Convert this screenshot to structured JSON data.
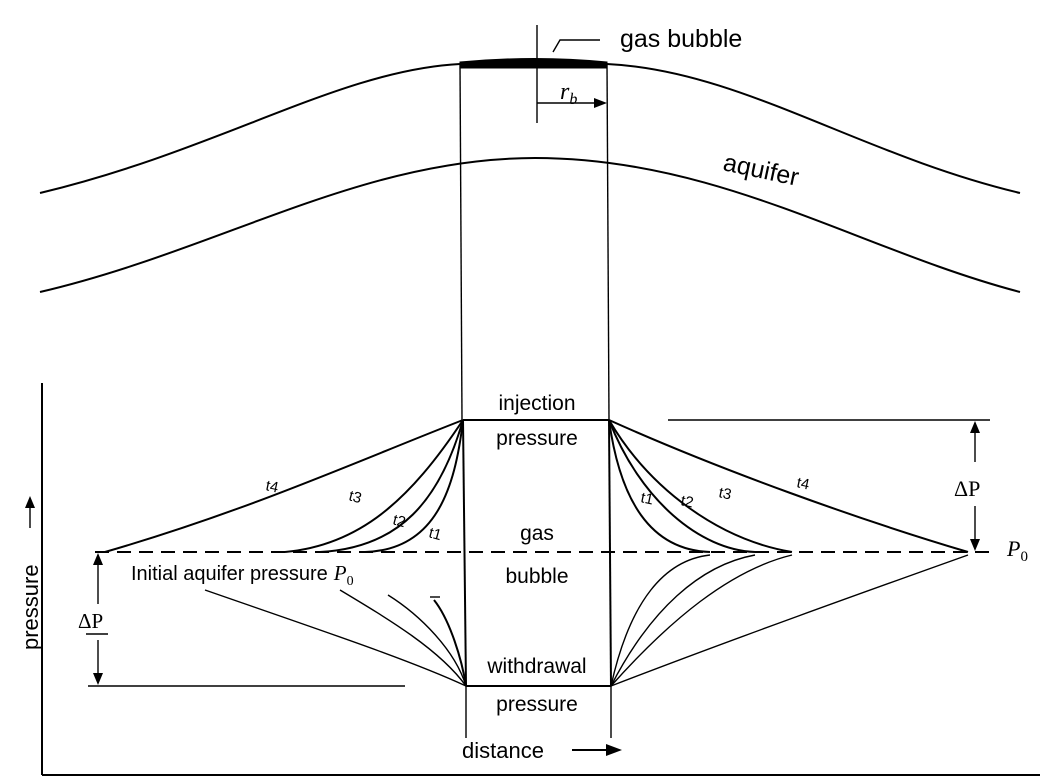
{
  "labels": {
    "gas_bubble_top": "gas bubble",
    "r_b": "r",
    "r_b_sub": "b",
    "aquifer": "aquifer",
    "injection": "injection",
    "pressure_top": "pressure",
    "gas": "gas",
    "bubble": "bubble",
    "initial_aquifer_pressure": "Initial aquifer pressure",
    "p0_inline": "P",
    "p0_inline_sub": "0",
    "withdrawal": "withdrawal",
    "pressure_bottom": "pressure",
    "distance": "distance",
    "pressure_axis": "pressure",
    "delta_p_right": "ΔP",
    "delta_p_left": "ΔP",
    "p0_right": "P",
    "p0_right_sub": "0"
  },
  "time_curves": {
    "left": [
      "t4",
      "t3",
      "t2",
      "t1"
    ],
    "right": [
      "t1",
      "t2",
      "t3",
      "t4"
    ]
  }
}
